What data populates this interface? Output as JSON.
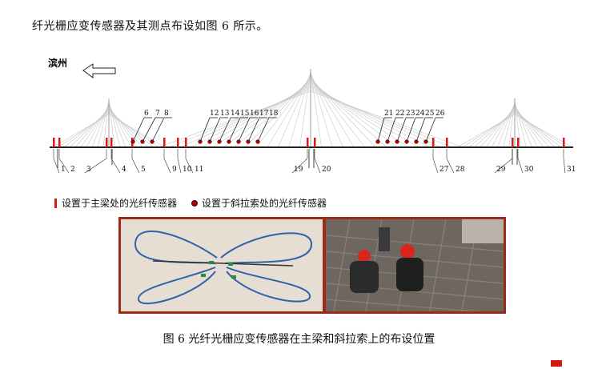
{
  "intro_text": "纤光栅应变传感器及其测点布设如图 6 所示。",
  "direction_label": "滨州",
  "cable_sensor_numbers": [
    "6",
    "7",
    "8",
    "12",
    "13",
    "14",
    "15",
    "16",
    "17",
    "18",
    "21",
    "22",
    "23",
    "24",
    "25",
    "26"
  ],
  "girder_sensor_numbers": [
    "1",
    "2",
    "3",
    "4",
    "5",
    "9",
    "10",
    "11",
    "19",
    "20",
    "27",
    "28",
    "29",
    "30",
    "31"
  ],
  "legend": {
    "girder_sensor": "设置于主梁处的光纤传感器",
    "cable_sensor": "设置于斜拉索处的光纤传感器"
  },
  "caption": "图 6  光纤光栅应变传感器在主梁和斜拉索上的布设位置",
  "colors": {
    "sensor_red": "#d61a1a",
    "frame": "#9b2c1a",
    "cable_gray": "#bfbfbf"
  }
}
